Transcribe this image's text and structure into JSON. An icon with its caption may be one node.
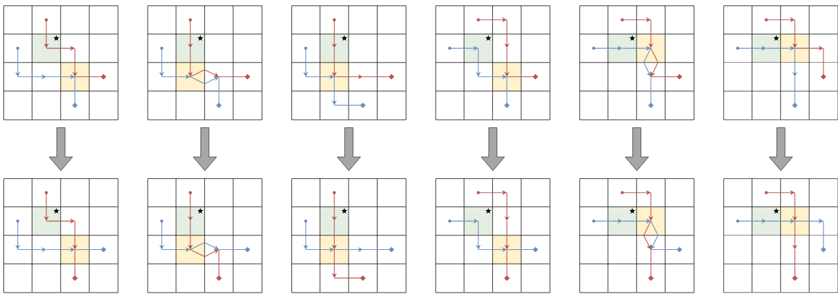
{
  "diagram": {
    "nodes": [
      {
        "text": [],
        "shape": "grid"
      },
      {
        "text": [],
        "shape": "grid"
      },
      {
        "text": [],
        "shape": "grid"
      },
      {
        "text": [],
        "shape": "grid"
      },
      {
        "text": [],
        "shape": "grid"
      },
      {
        "text": [],
        "shape": "grid"
      },
      {
        "text": [],
        "shape": "grid"
      },
      {
        "text": [],
        "shape": "grid"
      },
      {
        "text": [],
        "shape": "grid"
      },
      {
        "text": [],
        "shape": "grid"
      },
      {
        "text": [],
        "shape": "grid"
      },
      {
        "text": [],
        "shape": "grid"
      }
    ],
    "edges": [
      {
        "from": 0,
        "to": 6,
        "arrow": "to"
      },
      {
        "from": 1,
        "to": 7,
        "arrow": "to"
      },
      {
        "from": 2,
        "to": 8,
        "arrow": "to"
      },
      {
        "from": 3,
        "to": 9,
        "arrow": "to"
      },
      {
        "from": 4,
        "to": 10,
        "arrow": "to"
      },
      {
        "from": 5,
        "to": 11,
        "arrow": "to"
      }
    ]
  }
}
